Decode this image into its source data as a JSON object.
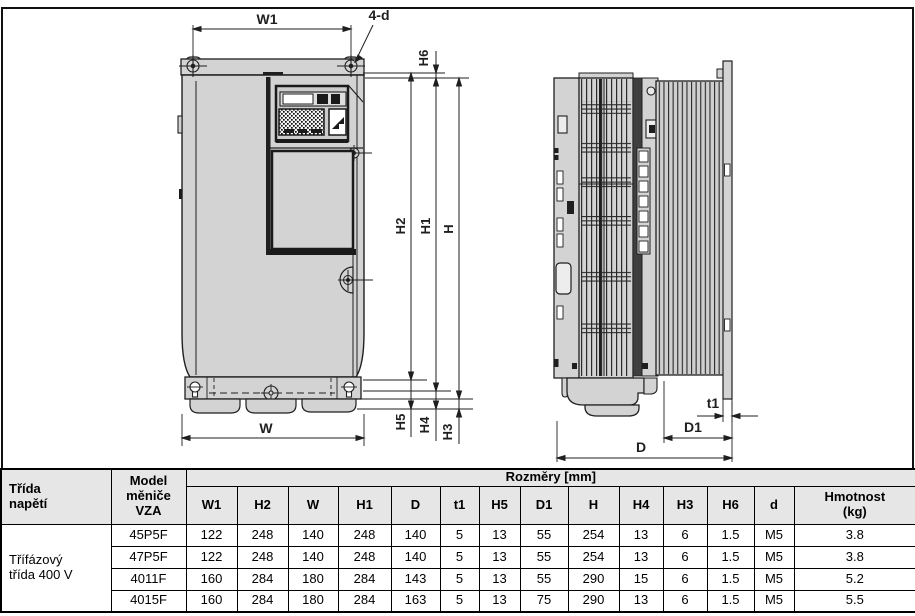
{
  "diagram": {
    "front_view_labels": {
      "w1": "W1",
      "four_d": "4-d",
      "h6": "H6",
      "h2": "H2",
      "h1": "H1",
      "h": "H",
      "w": "W",
      "h5": "H5",
      "h4": "H4",
      "h3": "H3"
    },
    "side_view_labels": {
      "t1": "t1",
      "d1": "D1",
      "d": "D"
    }
  },
  "table": {
    "voltage_class_header": "Třída\nnapětí",
    "model_header": "Model\nměniče\nVZA",
    "dims_header": "Rozměry [mm]",
    "columns": [
      "W1",
      "H2",
      "W",
      "H1",
      "D",
      "t1",
      "H5",
      "D1",
      "H",
      "H4",
      "H3",
      "H6",
      "d",
      "Hmotnost\n(kg)"
    ],
    "row_group_label": "Třífázový\ntřída 400 V",
    "rows": [
      {
        "model": "45P5F",
        "values": [
          "122",
          "248",
          "140",
          "248",
          "140",
          "5",
          "13",
          "55",
          "254",
          "13",
          "6",
          "1.5",
          "M5",
          "3.8"
        ]
      },
      {
        "model": "47P5F",
        "values": [
          "122",
          "248",
          "140",
          "248",
          "140",
          "5",
          "13",
          "55",
          "254",
          "13",
          "6",
          "1.5",
          "M5",
          "3.8"
        ]
      },
      {
        "model": "4011F",
        "values": [
          "160",
          "284",
          "180",
          "284",
          "143",
          "5",
          "13",
          "55",
          "290",
          "15",
          "6",
          "1.5",
          "M5",
          "5.2"
        ]
      },
      {
        "model": "4015F",
        "values": [
          "160",
          "284",
          "180",
          "284",
          "163",
          "5",
          "13",
          "75",
          "290",
          "13",
          "6",
          "1.5",
          "M5",
          "5.5"
        ]
      }
    ]
  },
  "colors": {
    "body_gray": "#d3d3d3",
    "outline": "#1f1f1f",
    "header_gray": "#e6e6e6",
    "dark_strip": "#3f3f3f"
  }
}
